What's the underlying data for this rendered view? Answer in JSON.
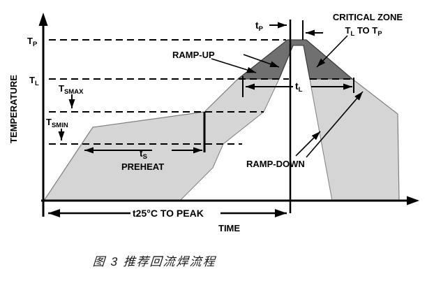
{
  "figure_caption": "图 3  推荐回流焊流程",
  "colors": {
    "band_light": "#d5d5d5",
    "band_dark": "#707070",
    "edge": "#7f7f7f",
    "ink": "#000000"
  },
  "axes": {
    "y_label": "TEMPERATURE",
    "x_label": "TIME"
  },
  "temp_labels": {
    "tp": {
      "main": "T",
      "sub": "P"
    },
    "tl": {
      "main": "T",
      "sub": "L"
    },
    "tsmax": {
      "main": "T",
      "sub": "SMAX"
    },
    "tsmin": {
      "main": "T",
      "sub": "SMIN"
    }
  },
  "time_labels": {
    "tp": {
      "main": "t",
      "sub": "P"
    },
    "tl": {
      "main": "t",
      "sub": "L"
    },
    "ts": {
      "main": "t",
      "sub": "S"
    },
    "t25": "t25°C TO PEAK"
  },
  "annotations": {
    "critical_zone_line1": "CRITICAL ZONE",
    "critical_zone_line2": {
      "t1": "T",
      "s1": "L",
      "t2": " TO T",
      "s2": "P"
    },
    "ramp_up": "RAMP-UP",
    "ramp_down": "RAMP-DOWN",
    "preheat": "PREHEAT"
  }
}
